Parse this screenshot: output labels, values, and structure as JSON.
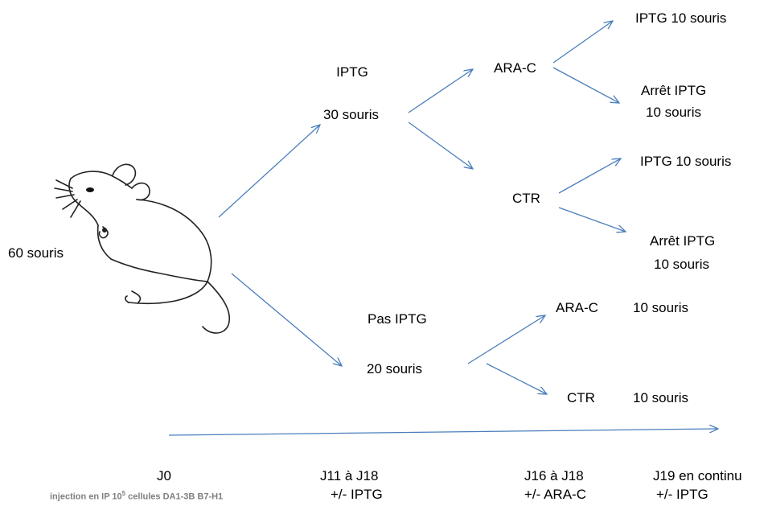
{
  "start_label": "60 souris",
  "branch_iptg": {
    "title": "IPTG",
    "count": "30 souris"
  },
  "branch_no_iptg": {
    "title": "Pas IPTG",
    "count": "20 souris"
  },
  "iptg_arac": {
    "label": "ARA-C",
    "continue": "IPTG 10 souris",
    "stop_line1": "Arrêt IPTG",
    "stop_line2": "10 souris"
  },
  "iptg_ctr": {
    "label": "CTR",
    "continue": "IPTG 10 souris",
    "stop_line1": "Arrêt IPTG",
    "stop_line2": "10 souris"
  },
  "no_iptg_arac": {
    "label": "ARA-C",
    "count": "10 souris"
  },
  "no_iptg_ctr": {
    "label": "CTR",
    "count": "10 souris"
  },
  "timeline": {
    "j0": {
      "day": "J0",
      "note_pre": "injection en IP 10",
      "note_sup": "5",
      "note_post": " cellules DA1-3B B7-H1"
    },
    "j11": {
      "day": "J11 à J18",
      "note": "+/- IPTG"
    },
    "j16": {
      "day": "J16 à J18",
      "note": "+/- ARA-C"
    },
    "j19": {
      "day": "J19 en continu",
      "note": "+/- IPTG"
    }
  },
  "colors": {
    "arrow": "#4a7ebb",
    "note_gray": "#7f7f7f"
  },
  "icons": {
    "mouse": "mouse-drawing-icon"
  }
}
